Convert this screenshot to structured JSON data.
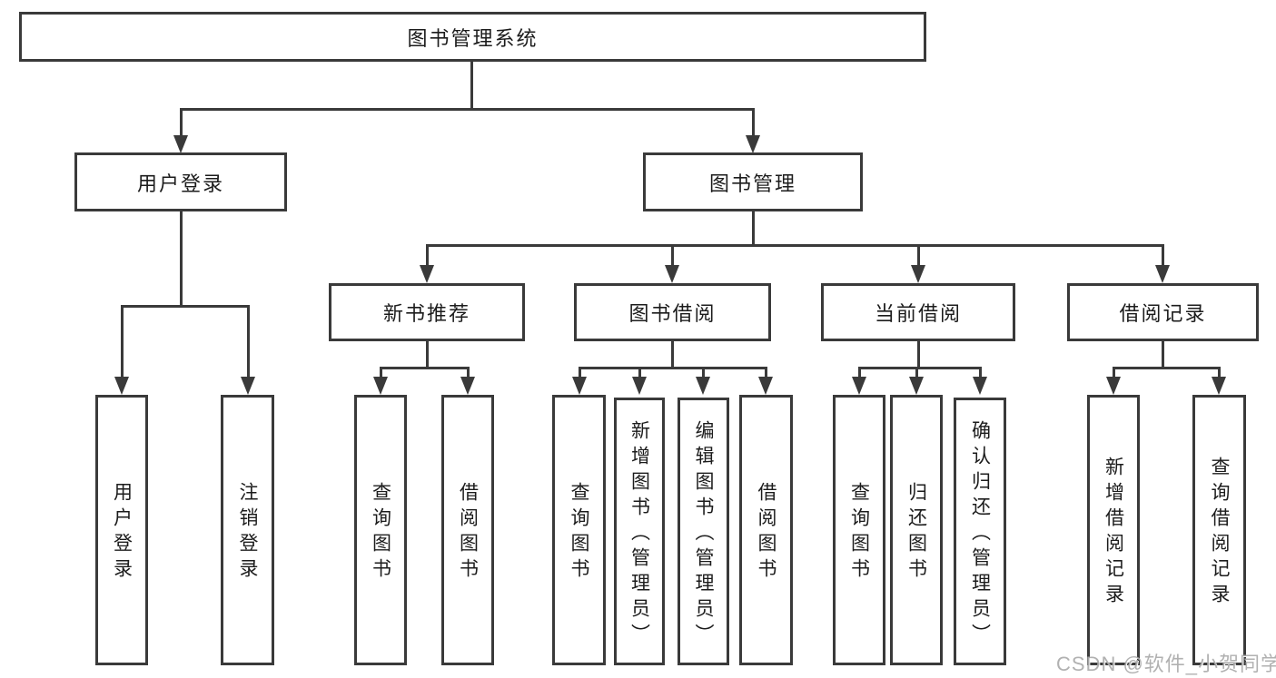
{
  "colors": {
    "line": "#3a3a3a",
    "text": "#1c1c1c",
    "watermark": "#ababab",
    "background": "#ffffff"
  },
  "tree": {
    "root": "图书管理系统",
    "level2": [
      {
        "label": "用户登录"
      },
      {
        "label": "图书管理"
      }
    ],
    "level3": [
      {
        "label": "新书推荐"
      },
      {
        "label": "图书借阅"
      },
      {
        "label": "当前借阅"
      },
      {
        "label": "借阅记录"
      }
    ],
    "leaves": {
      "user_login": [
        "用户登录",
        "注销登录"
      ],
      "new_book": [
        "查询图书",
        "借阅图书"
      ],
      "book_borrow": [
        "查询图书",
        "新增图书（管理员）",
        "编辑图书（管理员）",
        "借阅图书"
      ],
      "current_borrow": [
        "查询图书",
        "归还图书",
        "确认归还（管理员）"
      ],
      "borrow_record": [
        "新增借阅记录",
        "查询借阅记录"
      ]
    }
  },
  "watermark": "CSDN @软件_小贺同学"
}
